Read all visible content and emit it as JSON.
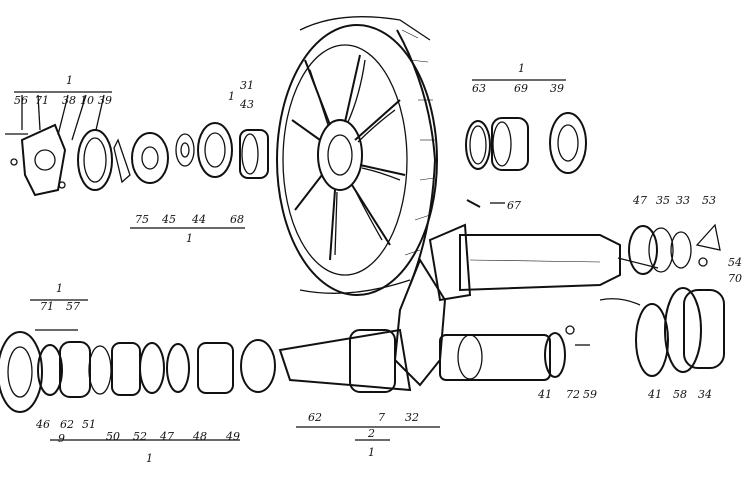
{
  "figure": {
    "labels_top_left": {
      "group": "1",
      "items": [
        "56",
        "71",
        "38",
        "10",
        "39"
      ],
      "bottom_row": [
        "75",
        "45",
        "44",
        "68"
      ],
      "bottom_group": "1"
    },
    "labels_center_top": {
      "group": "1",
      "items": [
        "31",
        "43"
      ]
    },
    "labels_top_right": {
      "group": "1",
      "items": [
        "63",
        "69",
        "39"
      ]
    },
    "labels_right": [
      "47",
      "35",
      "33",
      "53",
      "54",
      "70",
      "41",
      "58",
      "34"
    ],
    "labels_mid": [
      "67",
      "41",
      "72",
      "59"
    ],
    "labels_bottom_left": {
      "group": "1",
      "bolt_items": [
        "71",
        "57"
      ],
      "items": [
        "46",
        "62",
        "51",
        "50",
        "52",
        "47",
        "48",
        "49"
      ],
      "sub_group": "9",
      "bottom_group": "1"
    },
    "labels_shaft": [
      "62",
      "7",
      "32"
    ],
    "labels_shaft_group": {
      "top": "2",
      "bottom": "1"
    }
  }
}
